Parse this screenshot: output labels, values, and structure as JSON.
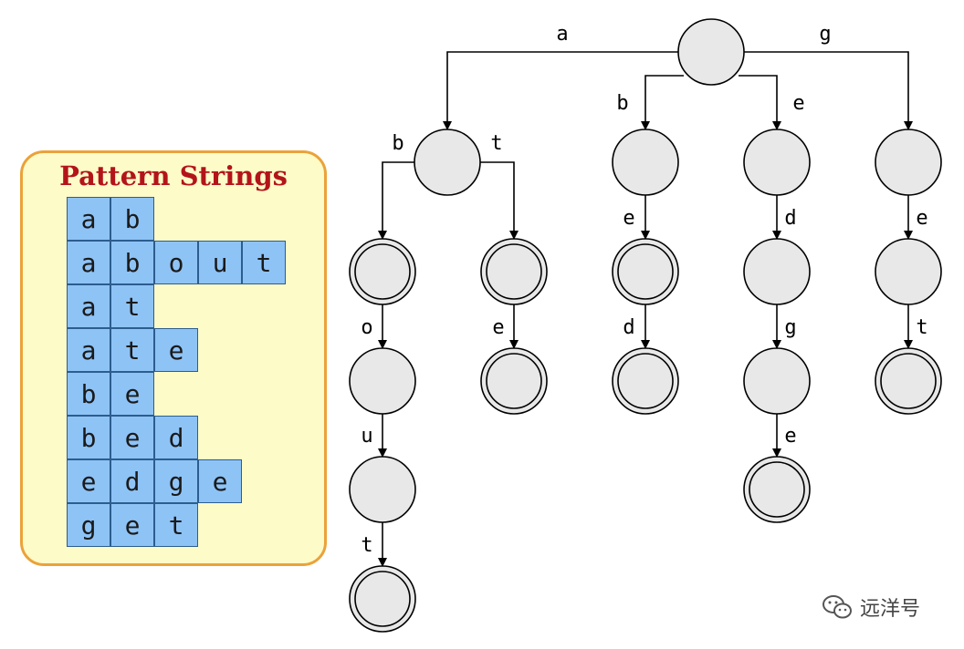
{
  "panel": {
    "title": "Pattern Strings",
    "patterns": [
      [
        "a",
        "b"
      ],
      [
        "a",
        "b",
        "o",
        "u",
        "t"
      ],
      [
        "a",
        "t"
      ],
      [
        "a",
        "t",
        "e"
      ],
      [
        "b",
        "e"
      ],
      [
        "b",
        "e",
        "d"
      ],
      [
        "e",
        "d",
        "g",
        "e"
      ],
      [
        "g",
        "e",
        "t"
      ]
    ]
  },
  "trie": {
    "nodes": [
      {
        "id": "root",
        "terminal": false
      },
      {
        "id": "a",
        "terminal": false
      },
      {
        "id": "b",
        "terminal": false
      },
      {
        "id": "e",
        "terminal": false
      },
      {
        "id": "g",
        "terminal": false
      },
      {
        "id": "ab",
        "terminal": true
      },
      {
        "id": "at",
        "terminal": true
      },
      {
        "id": "be",
        "terminal": true
      },
      {
        "id": "ed",
        "terminal": false
      },
      {
        "id": "ge",
        "terminal": false
      },
      {
        "id": "abo",
        "terminal": false
      },
      {
        "id": "ate",
        "terminal": true
      },
      {
        "id": "bed",
        "terminal": true
      },
      {
        "id": "edg",
        "terminal": false
      },
      {
        "id": "get",
        "terminal": true
      },
      {
        "id": "abou",
        "terminal": false
      },
      {
        "id": "edge",
        "terminal": true
      },
      {
        "id": "about",
        "terminal": true
      }
    ],
    "edges": [
      {
        "from": "root",
        "to": "a",
        "label": "a"
      },
      {
        "from": "root",
        "to": "b",
        "label": "b"
      },
      {
        "from": "root",
        "to": "e",
        "label": "e"
      },
      {
        "from": "root",
        "to": "g",
        "label": "g"
      },
      {
        "from": "a",
        "to": "ab",
        "label": "b"
      },
      {
        "from": "a",
        "to": "at",
        "label": "t"
      },
      {
        "from": "b",
        "to": "be",
        "label": "e"
      },
      {
        "from": "e",
        "to": "ed",
        "label": "d"
      },
      {
        "from": "g",
        "to": "ge",
        "label": "e"
      },
      {
        "from": "ab",
        "to": "abo",
        "label": "o"
      },
      {
        "from": "at",
        "to": "ate",
        "label": "e"
      },
      {
        "from": "be",
        "to": "bed",
        "label": "d"
      },
      {
        "from": "ed",
        "to": "edg",
        "label": "g"
      },
      {
        "from": "ge",
        "to": "get",
        "label": "t"
      },
      {
        "from": "abo",
        "to": "abou",
        "label": "u"
      },
      {
        "from": "edg",
        "to": "edge",
        "label": "e"
      },
      {
        "from": "abou",
        "to": "about",
        "label": "t"
      }
    ]
  },
  "watermark": {
    "icon": "wechat-icon",
    "text": "远洋号"
  },
  "colors": {
    "node_fill": "#e8e8e8",
    "cell_fill": "#8ec3f6",
    "panel_bg": "#fdfbc8",
    "panel_border": "#eba23a",
    "title": "#b3141a"
  }
}
